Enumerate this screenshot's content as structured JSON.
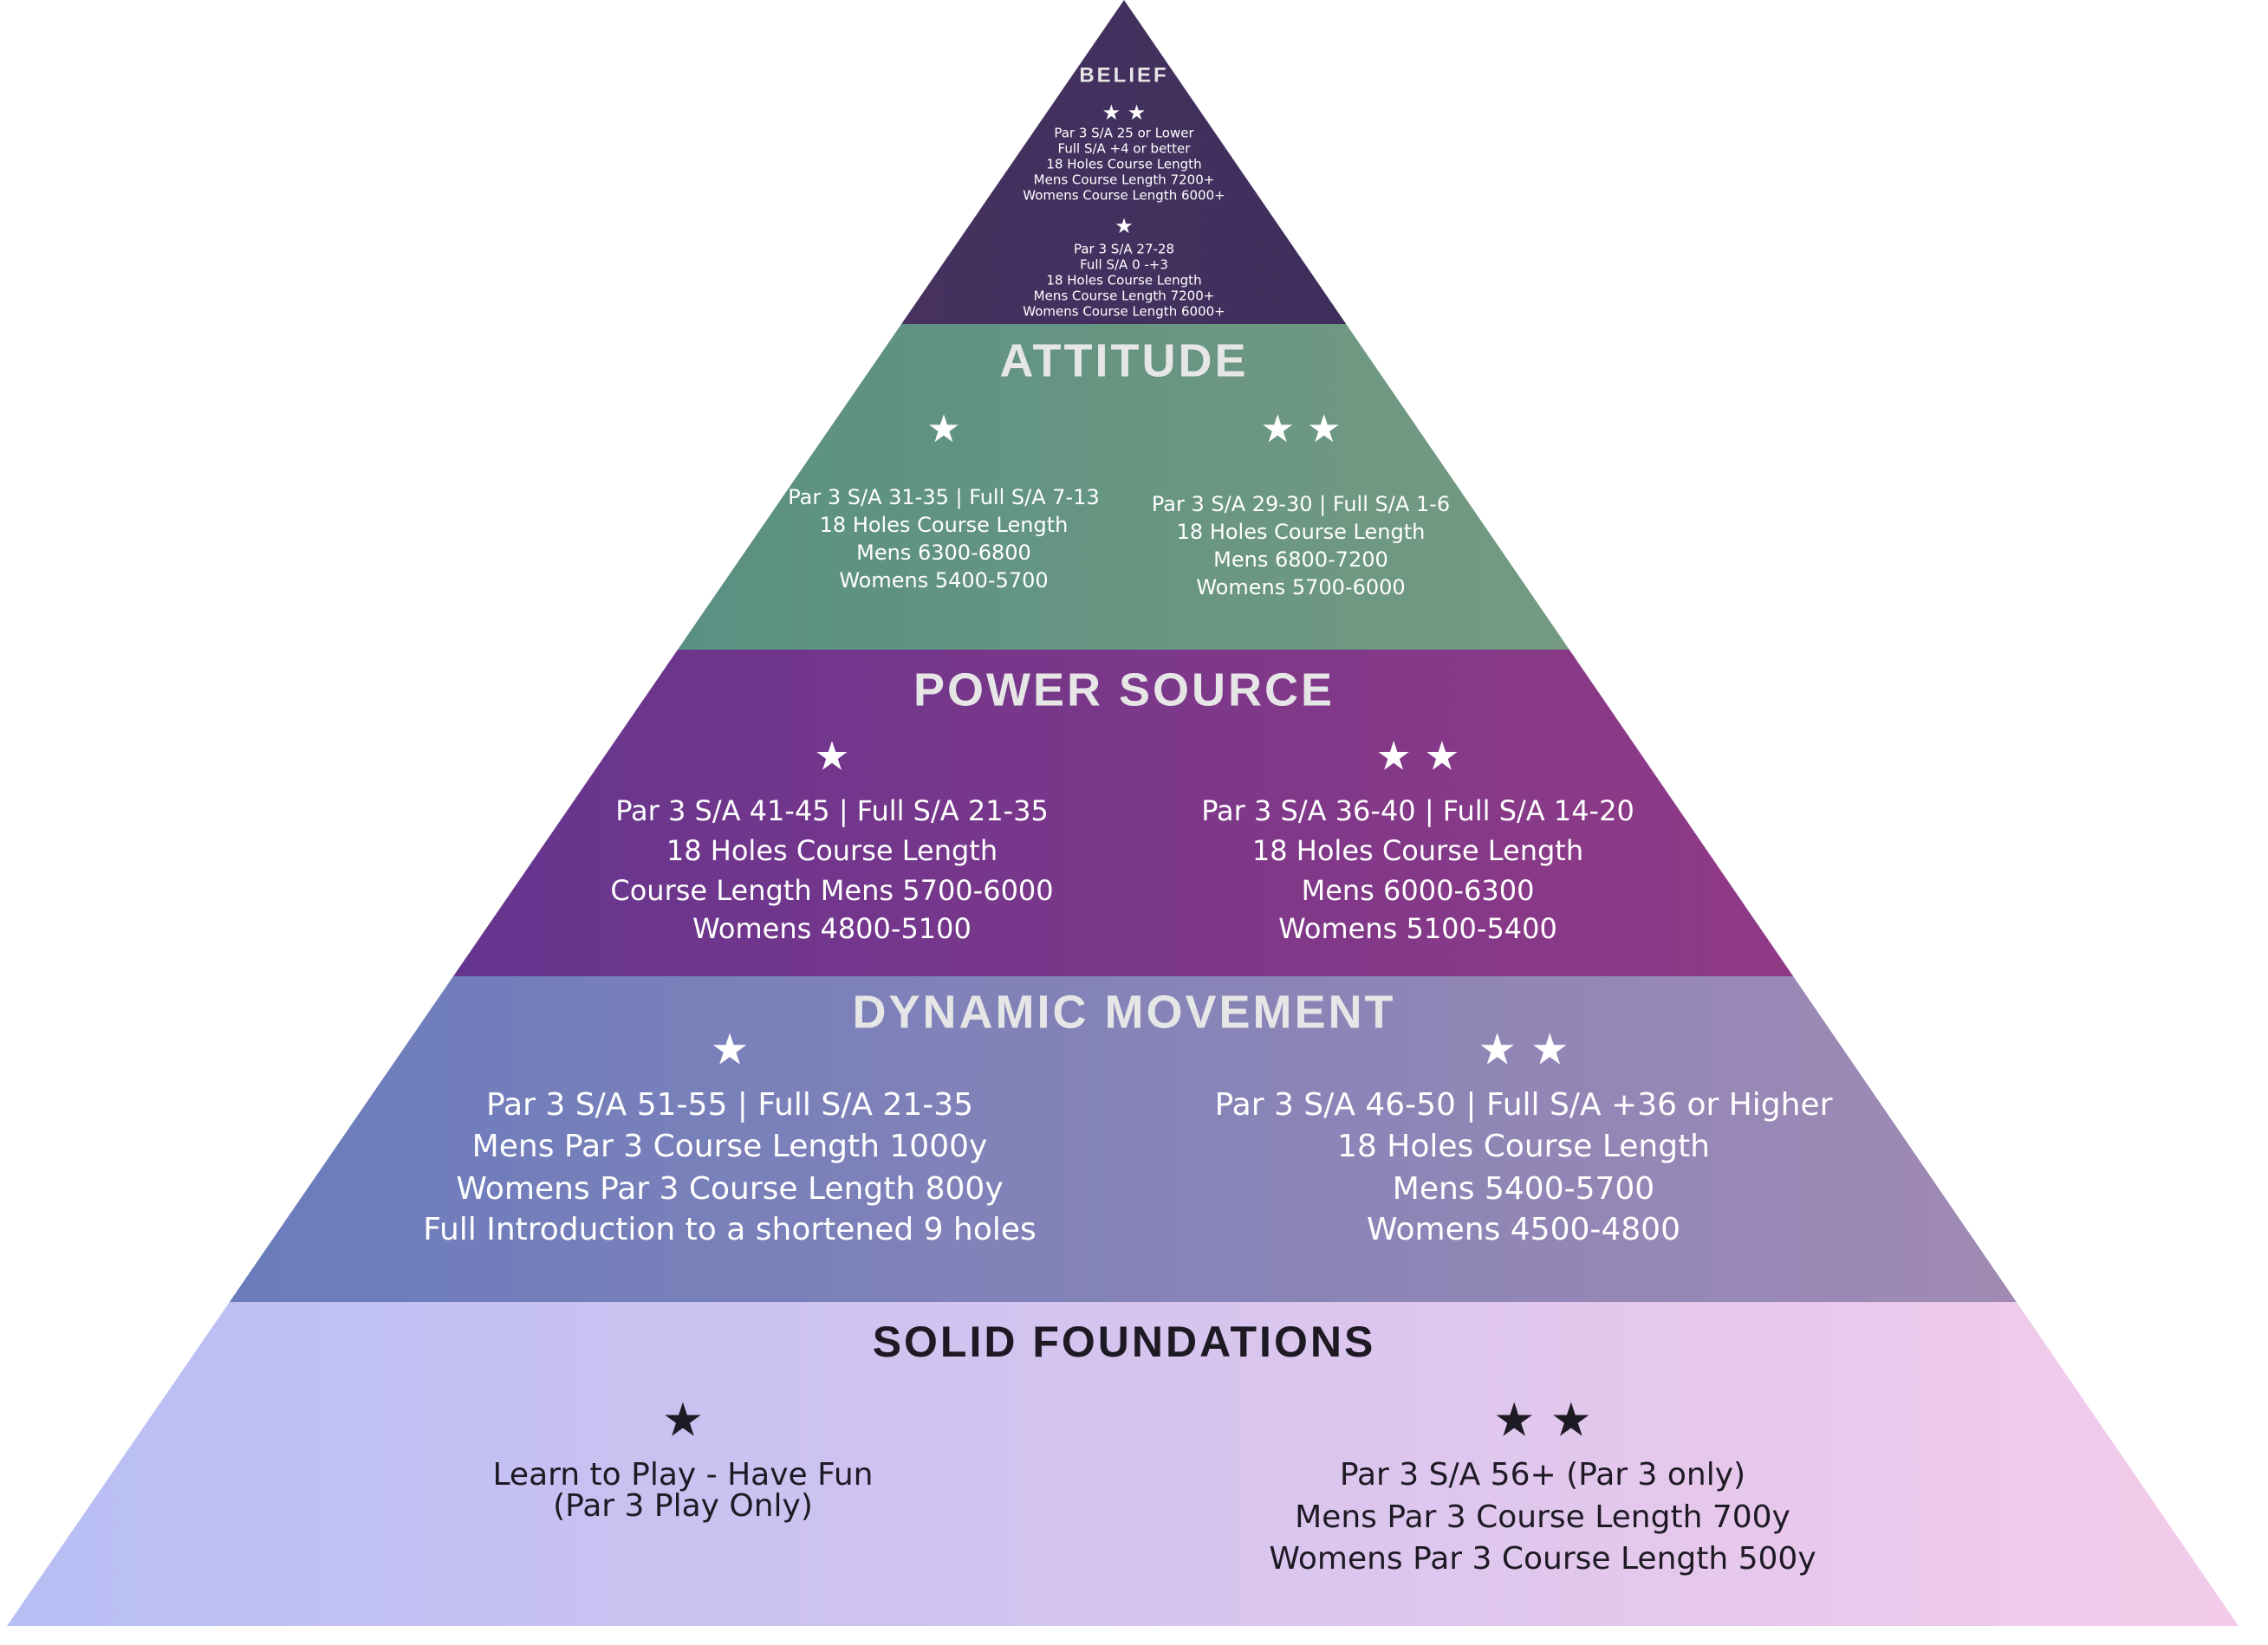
{
  "pyramid": {
    "tiers": [
      {
        "title": "BELIEF",
        "text_color": "#ffffff",
        "title_color": "#e6e6e6",
        "groups": [
          {
            "stars": 2,
            "lines": [
              "Par 3 S/A 25  or Lower",
              "Full S/A +4 or better",
              "18 Holes Course Length",
              "Mens Course Length 7200+",
              "Womens Course Length 6000+"
            ]
          },
          {
            "stars": 1,
            "lines": [
              "Par 3 S/A 27-28",
              "Full S/A 0 -+3",
              "18 Holes Course Length",
              "Mens Course Length 7200+",
              "Womens Course Length 6000+"
            ]
          }
        ]
      },
      {
        "title": "ATTITUDE",
        "text_color": "#ffffff",
        "title_color": "#e6e6e6",
        "groups": [
          {
            "stars": 1,
            "lines": [
              "Par 3 S/A 31-35 | Full S/A 7-13",
              "18 Holes Course Length",
              "Mens 6300-6800",
              "Womens 5400-5700"
            ]
          },
          {
            "stars": 2,
            "lines": [
              "Par 3 S/A 29-30 | Full S/A 1-6",
              "18 Holes Course Length",
              "Mens 6800-7200",
              "Womens 5700-6000"
            ]
          }
        ]
      },
      {
        "title": "POWER SOURCE",
        "text_color": "#ffffff",
        "title_color": "#e6e6e6",
        "groups": [
          {
            "stars": 1,
            "lines": [
              "Par 3 S/A 41-45 | Full S/A 21-35",
              "18 Holes Course Length",
              "Course Length Mens 5700-6000",
              "Womens 4800-5100"
            ]
          },
          {
            "stars": 2,
            "lines": [
              "Par 3 S/A 36-40 | Full S/A 14-20",
              "18 Holes Course Length",
              "Mens 6000-6300",
              "Womens 5100-5400"
            ]
          }
        ]
      },
      {
        "title": "DYNAMIC MOVEMENT",
        "text_color": "#ffffff",
        "title_color": "#e6e6e6",
        "groups": [
          {
            "stars": 1,
            "lines": [
              "Par 3 S/A  51-55 | Full S/A 21-35",
              "Mens Par 3 Course Length 1000y",
              "Womens Par 3 Course Length 800y",
              "Full Introduction to a shortened 9 holes"
            ]
          },
          {
            "stars": 2,
            "lines": [
              "Par 3 S/A 46-50 | Full S/A +36 or Higher",
              "18 Holes Course Length",
              "Mens 5400-5700",
              "Womens 4500-4800"
            ]
          }
        ]
      },
      {
        "title": "SOLID FOUNDATIONS",
        "text_color": "#1e1a24",
        "title_color": "#1e1a24",
        "groups": [
          {
            "stars": 1,
            "lines": [
              "Learn to Play - Have Fun",
              "(Par 3 Play Only)"
            ]
          },
          {
            "stars": 2,
            "lines": [
              "Par 3 S/A 56+ (Par 3 only)",
              "Mens Par 3 Course Length 700y",
              "Womens Par 3 Course Length 500y"
            ]
          }
        ]
      }
    ],
    "colors": {
      "belief": [
        "#46315f",
        "#3f2f5c"
      ],
      "attitude": [
        "#5a9082",
        "#749a82"
      ],
      "power": [
        "#66358e",
        "#903a86"
      ],
      "dynamic": [
        "#6a7cbc",
        "#a08ab4"
      ],
      "foundations": [
        "#b7bef4",
        "#f4cbea"
      ]
    }
  }
}
